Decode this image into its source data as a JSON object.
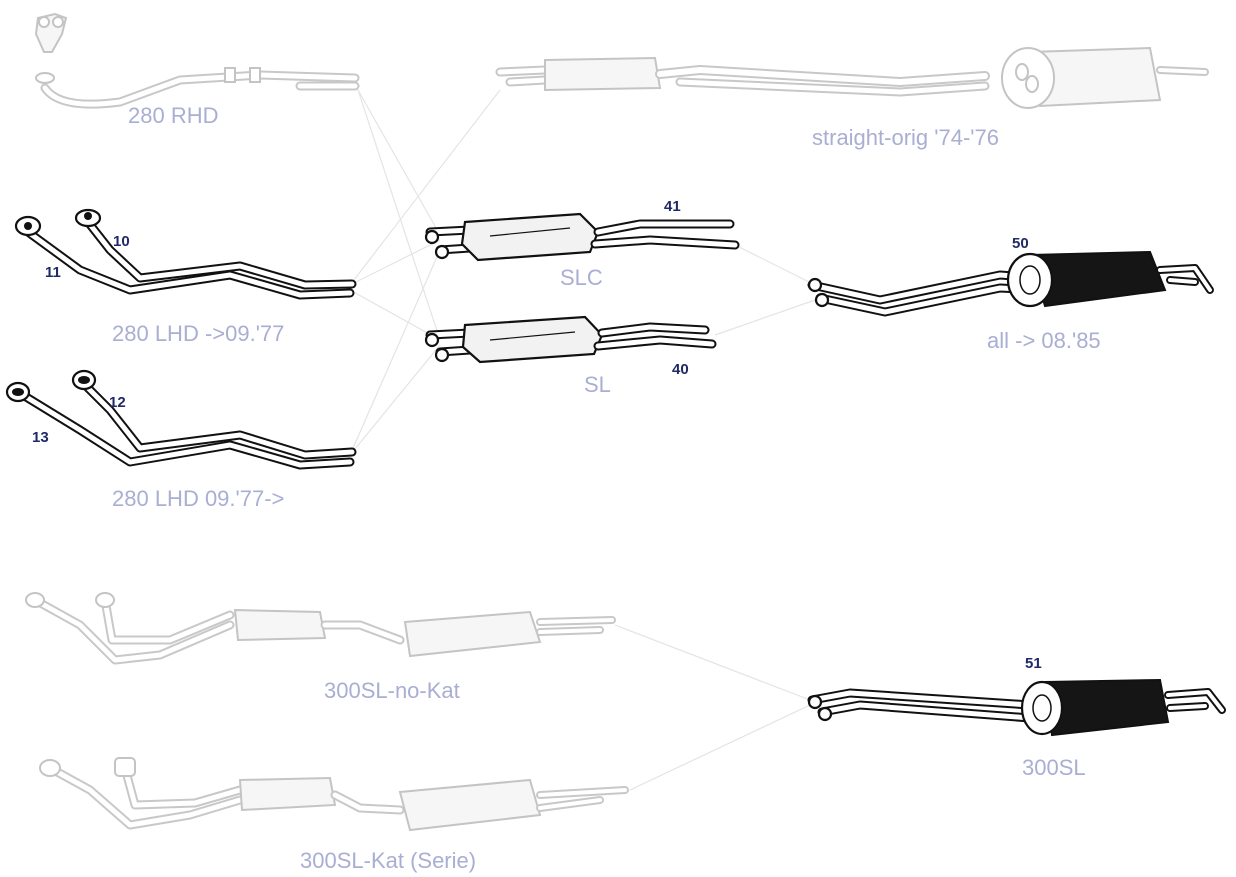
{
  "labels": {
    "rhd_280": "280 RHD",
    "straight_orig": "straight-orig '74-'76",
    "slc": "SLC",
    "lhd_280_pre": "280 LHD ->09.'77",
    "sl": "SL",
    "all_85": "all -> 08.'85",
    "lhd_280_post": "280 LHD  09.'77->",
    "sl300_nokat": "300SL-no-Kat",
    "sl300_kat": "300SL-Kat (Serie)",
    "sl300": "300SL"
  },
  "part_numbers": {
    "p10": "10",
    "p11": "11",
    "p12": "12",
    "p13": "13",
    "p40": "40",
    "p41": "41",
    "p50": "50",
    "p51": "51"
  }
}
